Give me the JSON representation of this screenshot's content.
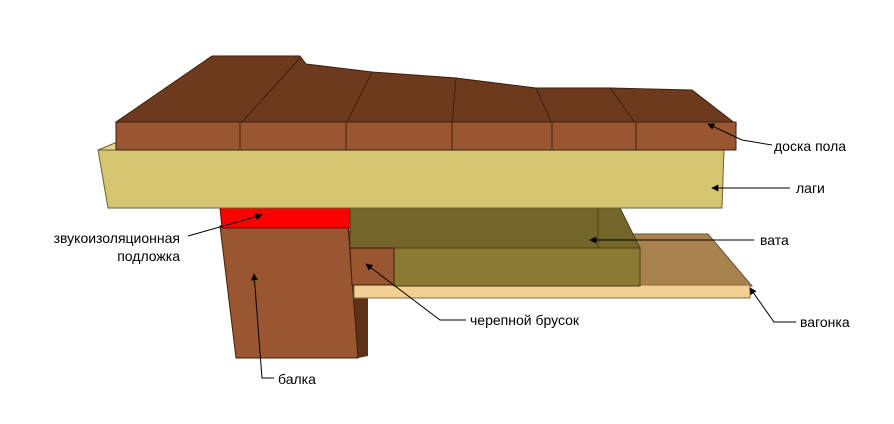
{
  "labels": {
    "floor_board": "доска пола",
    "joists": "лаги",
    "wool": "вата",
    "underlay_line1": "звукоизоляционная",
    "underlay_line2": "подложка",
    "cranial_bar": "черепной брусок",
    "lining": "вагонка",
    "beam": "балка"
  },
  "colors": {
    "board_top": "#6e3a1e",
    "board_front": "#9a5630",
    "joist_front": "#d6c56f",
    "joist_top": "#e2d48a",
    "wool_front": "#8a7a32",
    "wool_top": "#74652a",
    "underlay": "#ff0000",
    "beam_front": "#9a5630",
    "beam_side": "#5e3218",
    "lining_front": "#f2cf92",
    "lining_top": "#a8834f",
    "bar": "#9a5630"
  }
}
